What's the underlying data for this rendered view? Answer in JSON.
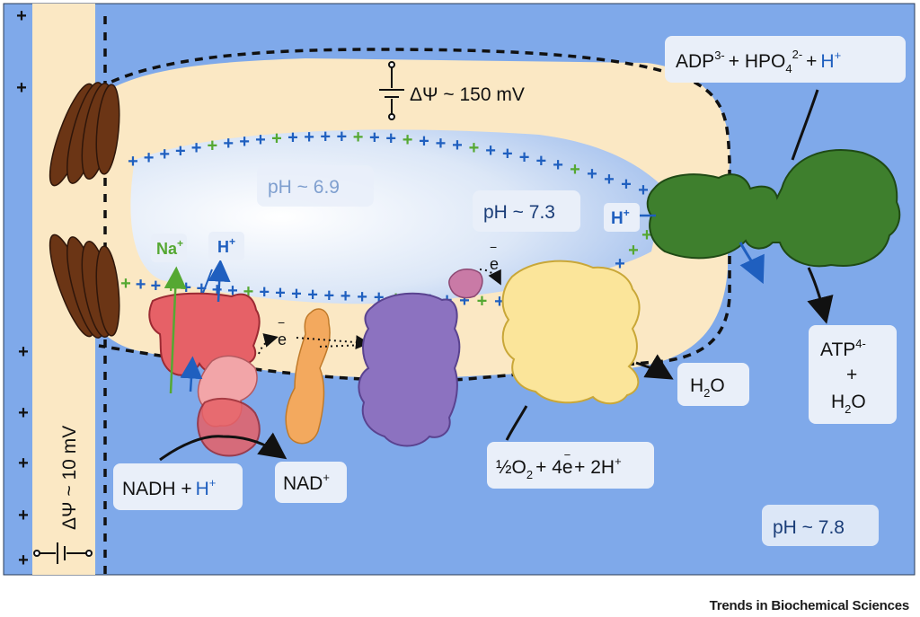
{
  "figure": {
    "footer": "Trends in Biochemical Sciences"
  },
  "labels": {
    "delta_psi_inner": "ΔΨ ~ 150 mV",
    "delta_psi_outer": "ΔΨ ~ 10 mV",
    "ph_intracristal": "pH ~ 6.9",
    "ph_ims": "pH ~ 7.3",
    "ph_matrix": "pH ~ 7.8",
    "h_plus_synthase": "H",
    "sup_plus": "+",
    "na": "Na",
    "h": "H",
    "electron": "e",
    "electron_bar": "−"
  },
  "equations": {
    "adp": {
      "adp": "ADP",
      "adp_charge": "3-",
      "plus1": "+ HPO",
      "sub4": "4",
      "phos_charge": "2-",
      "plus2": "+",
      "h": "H",
      "h_charge": "+"
    },
    "atp": {
      "atp": "ATP",
      "atp_charge": "4-",
      "plus": "+",
      "h2o_h": "H",
      "h2o_sub": "2",
      "h2o_o": "O"
    },
    "water": {
      "h": "H",
      "sub": "2",
      "o": "O"
    },
    "oxygen": {
      "half": "½O",
      "sub2": "2",
      "mid": "+ 4e",
      "e_bar": "−",
      "end": "+ 2H",
      "end_charge": "+"
    },
    "nadh": {
      "text": "NADH +",
      "h": "H",
      "charge": "+"
    },
    "nad": {
      "text": "NAD",
      "charge": "+"
    }
  },
  "membrane_charge_signs": [
    "+",
    "+",
    "+",
    "+",
    "+",
    "+",
    "+",
    "+"
  ],
  "colors": {
    "matrix_blue": "#7fa9ea",
    "membrane_cream": "#fbe8c4",
    "ims_light_blue": "#dfe9f8",
    "complex_i": "#e66167",
    "complex_i_light": "#f2a5a8",
    "coq_orange": "#f3a95e",
    "complex_iii_purple": "#8c72c0",
    "cyt_c": "#c97aa6",
    "complex_iv_yellow": "#fbe59a",
    "atp_synthase_green": "#3e7f2d",
    "mic60_brown": "#6b3515",
    "proton_blue": "#1f5fbf",
    "sodium_green": "#55a832"
  }
}
